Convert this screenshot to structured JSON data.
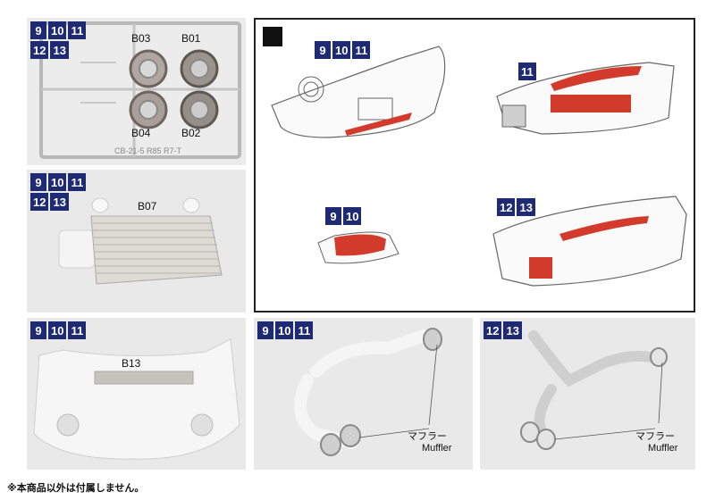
{
  "colors": {
    "badge": "#1e2a72",
    "mesh": "#d23b2b",
    "photo_bg": "#e9e9e9",
    "frame": "#222222"
  },
  "panels": {
    "sprue": {
      "badges": [
        [
          "9",
          "10",
          "11"
        ],
        [
          "12",
          "13"
        ]
      ],
      "labels": [
        "B03",
        "B01",
        "B04",
        "B02"
      ],
      "sprue_text": "CB-21-5 R85 R7-T"
    },
    "intercooler": {
      "badges": [
        [
          "9",
          "10",
          "11"
        ],
        [
          "12",
          "13"
        ]
      ],
      "label": "B07"
    },
    "diagram": {
      "logo": "brand-logo",
      "callouts": [
        [
          "9",
          "10",
          "11"
        ],
        [
          "11"
        ],
        [
          "9",
          "10"
        ],
        [
          "12",
          "13"
        ]
      ]
    },
    "grille": {
      "badges": [
        [
          "9",
          "10",
          "11"
        ]
      ],
      "label": "B13"
    },
    "muffler_a": {
      "badges": [
        [
          "9",
          "10",
          "11"
        ]
      ],
      "label_jp": "マフラー",
      "label_en": "Muffler"
    },
    "muffler_b": {
      "badges": [
        [
          "12",
          "13"
        ]
      ],
      "label_jp": "マフラー",
      "label_en": "Muffler"
    }
  },
  "footnote": "※本商品以外は付属しません。"
}
